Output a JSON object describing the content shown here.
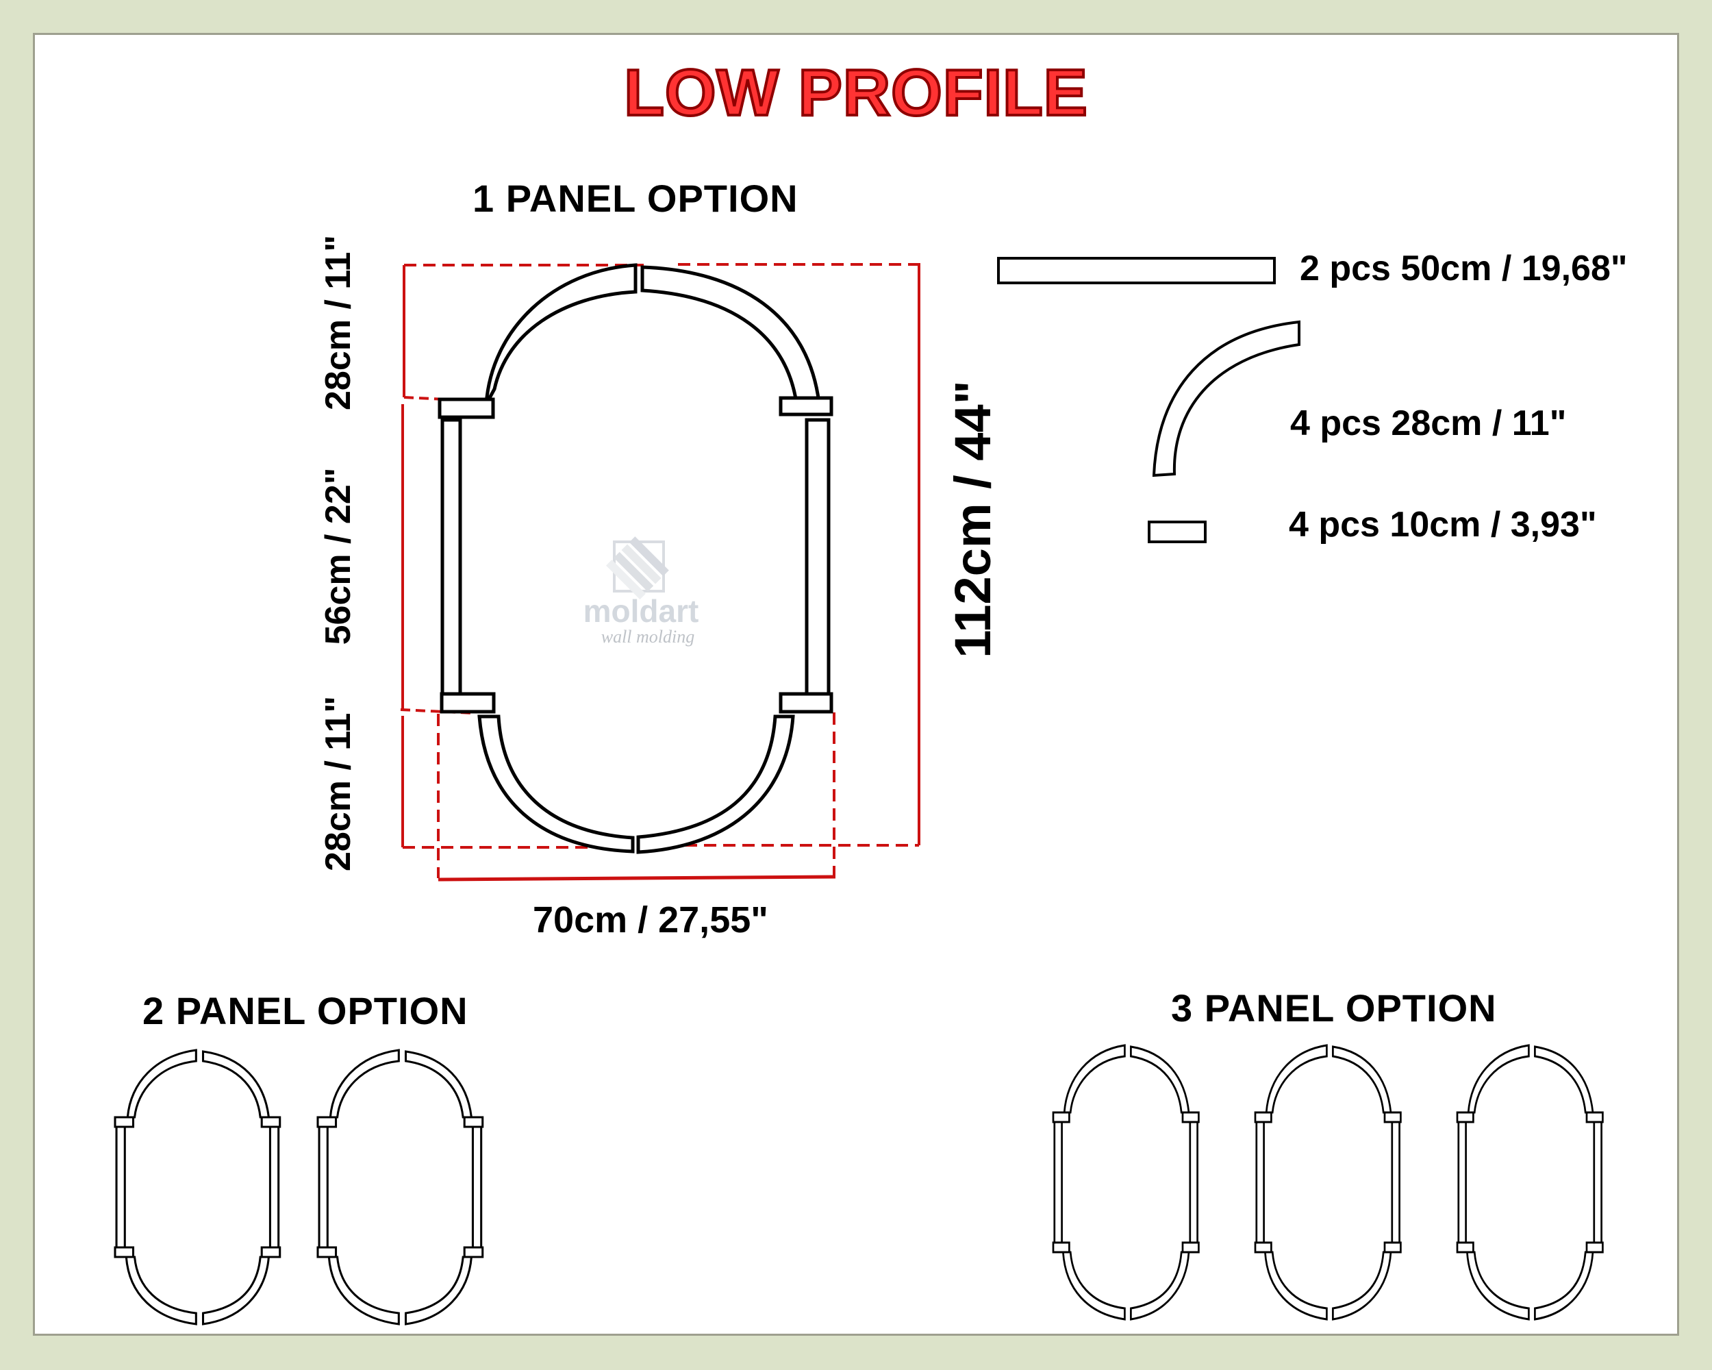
{
  "title": "LOW PROFILE",
  "colors": {
    "background": "#dce3c9",
    "sheet": "#ffffff",
    "title_fill": "#ff3333",
    "title_stroke": "#8e0000",
    "dimension_lines": "#cc1111",
    "molding_outline": "#000000",
    "watermark": "#cfd4db"
  },
  "one_panel": {
    "heading": "1 PANEL OPTION",
    "dimensions": {
      "top_arch": "28cm / 11\"",
      "middle_straight": "56cm / 22\"",
      "bottom_arch": "28cm / 11\"",
      "total_height": "112cm / 44\"",
      "width": "70cm / 27,55\""
    },
    "watermark": {
      "brand": "moldart",
      "tagline": "wall molding"
    }
  },
  "parts_list": [
    {
      "shape": "straight-bar",
      "label": "2 pcs 50cm / 19,68\""
    },
    {
      "shape": "curved-arc",
      "label": "4 pcs 28cm / 11\""
    },
    {
      "shape": "short-block",
      "label": "4 pcs 10cm / 3,93\""
    }
  ],
  "two_panel": {
    "heading": "2 PANEL OPTION",
    "count": 2
  },
  "three_panel": {
    "heading": "3 PANEL OPTION",
    "count": 3
  }
}
